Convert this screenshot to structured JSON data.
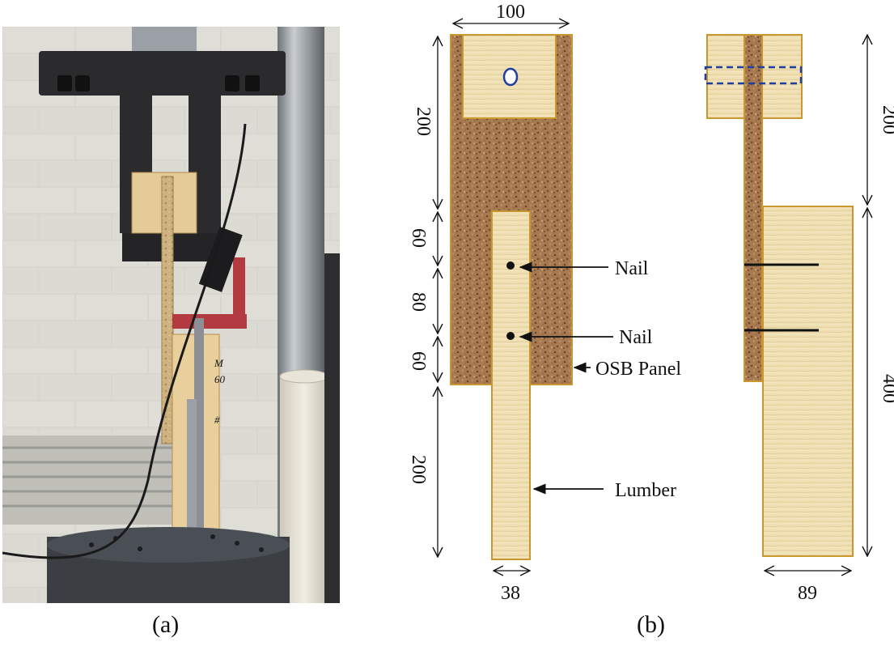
{
  "captions": {
    "a": "(a)",
    "b": "(b)"
  },
  "photo": {
    "specimen_marking_lines": [
      "M",
      "60",
      "",
      "",
      "#"
    ]
  },
  "dimensions": {
    "width_top": "100",
    "top_height": "200",
    "seg1": "60",
    "seg2": "80",
    "seg3": "60",
    "bottom_length": "200",
    "lumber_thickness": "38",
    "side_top_height": "200",
    "side_bottom_height": "400",
    "lumber_width": "89"
  },
  "labels": {
    "nail_1": "Nail",
    "nail_2": "Nail",
    "osb_panel": "OSB Panel",
    "lumber": "Lumber"
  },
  "colors": {
    "lumber_fill": "#efdfb2",
    "lumber_border": "#c8982e",
    "osb_fill": "#a87a52",
    "osb_speckle": "#6e4426",
    "bolt_hole": "#1f3f9e",
    "dashed_bolt": "#1f3f9e",
    "wall": "#d9d8d1",
    "frame_black": "#2a2a2c",
    "pole": "#9ea3a8",
    "red_bracket": "#b23a40"
  }
}
